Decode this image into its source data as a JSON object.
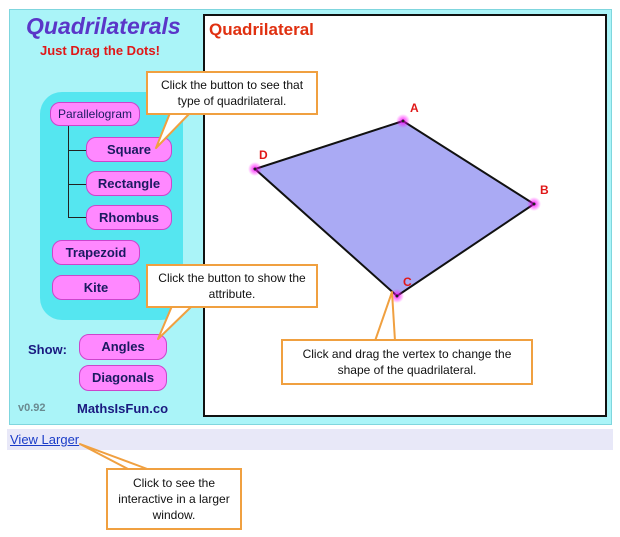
{
  "app": {
    "title": "Quadrilaterals",
    "subtitle": "Just Drag the Dots!",
    "version": "v0.92",
    "brand": "MathsIsFun.co"
  },
  "menu": {
    "parallelogram": "Parallelogram",
    "square": "Square",
    "rectangle": "Rectangle",
    "rhombus": "Rhombus",
    "trapezoid": "Trapezoid",
    "kite": "Kite"
  },
  "show": {
    "label": "Show:",
    "angles": "Angles",
    "diagonals": "Diagonals"
  },
  "canvas": {
    "title": "Quadrilateral",
    "vertices": [
      {
        "label": "A"
      },
      {
        "label": "B"
      },
      {
        "label": "C"
      },
      {
        "label": "D"
      }
    ],
    "fill_color": "#aaaaf4",
    "label_color": "#e01818"
  },
  "link": {
    "view_larger": "View Larger"
  },
  "callouts": {
    "buttons": "Click the button to see that type of quadrilateral.",
    "attribute": "Click the button to show the attribute.",
    "vertex": "Click and drag the vertex to change the shape of the quadrilateral.",
    "larger": "Click to see the interactive in a larger window."
  },
  "colors": {
    "panel_bg": "#aaf4f8",
    "button_bg": "#ff88ff",
    "callout_border": "#f0a040"
  }
}
